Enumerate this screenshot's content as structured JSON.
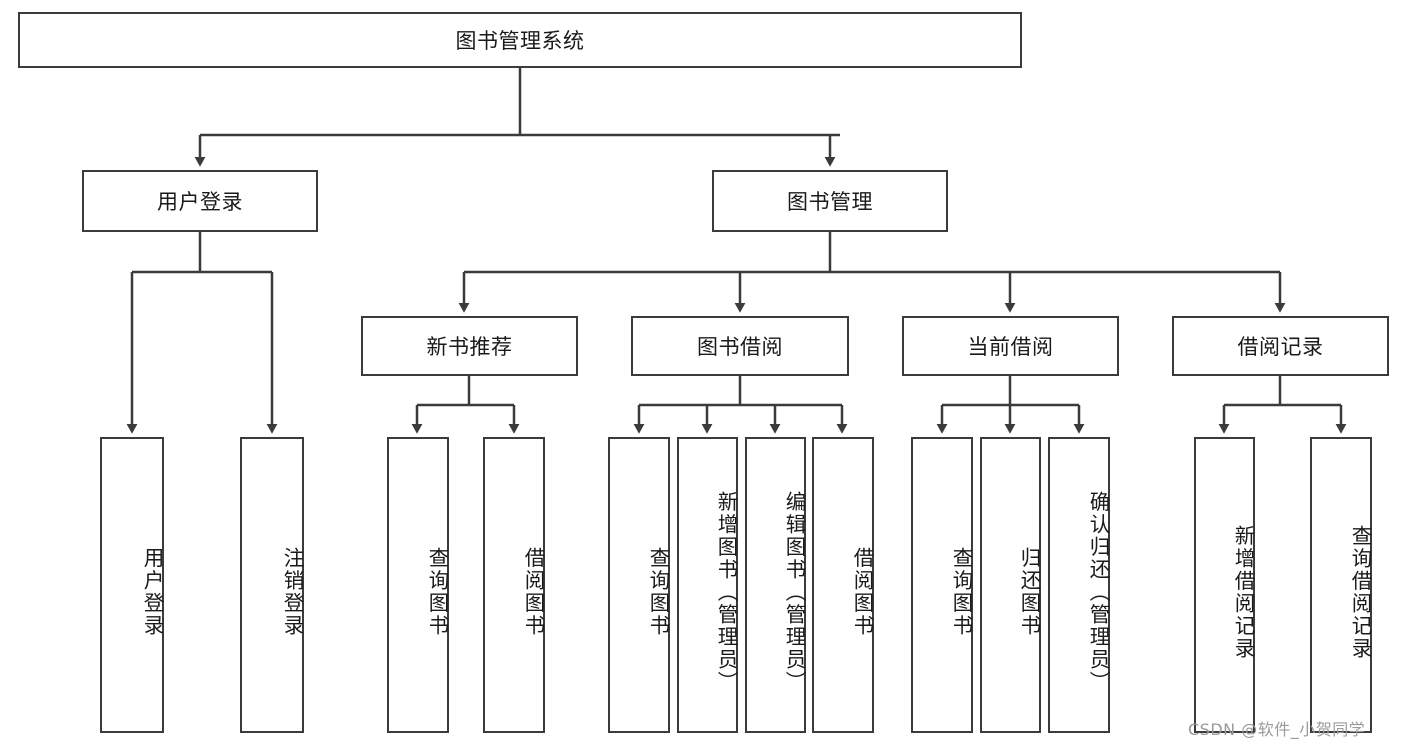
{
  "diagram": {
    "title": "图书管理系统",
    "type": "tree-hierarchy",
    "root": {
      "id": "root",
      "label": "图书管理系统"
    },
    "level1": [
      {
        "id": "user-login",
        "label": "用户登录"
      },
      {
        "id": "book-manage",
        "label": "图书管理"
      }
    ],
    "level2": [
      {
        "id": "new-book-recommend",
        "label": "新书推荐",
        "parent": "book-manage"
      },
      {
        "id": "book-borrow",
        "label": "图书借阅",
        "parent": "book-manage"
      },
      {
        "id": "current-borrow",
        "label": "当前借阅",
        "parent": "book-manage"
      },
      {
        "id": "borrow-record",
        "label": "借阅记录",
        "parent": "book-manage"
      }
    ],
    "leaves": [
      {
        "id": "leaf-user-login",
        "label": "用户登录",
        "parent": "user-login"
      },
      {
        "id": "leaf-logout-login",
        "label": "注销登录",
        "parent": "user-login"
      },
      {
        "id": "leaf-query-book-1",
        "label": "查询图书",
        "parent": "new-book-recommend"
      },
      {
        "id": "leaf-borrow-book-1",
        "label": "借阅图书",
        "parent": "new-book-recommend"
      },
      {
        "id": "leaf-query-book-2",
        "label": "查询图书",
        "parent": "book-borrow"
      },
      {
        "id": "leaf-add-book",
        "label": "新增图书（管理员）",
        "parent": "book-borrow"
      },
      {
        "id": "leaf-edit-book",
        "label": "编辑图书（管理员）",
        "parent": "book-borrow"
      },
      {
        "id": "leaf-borrow-book-2",
        "label": "借阅图书",
        "parent": "book-borrow"
      },
      {
        "id": "leaf-query-book-3",
        "label": "查询图书",
        "parent": "current-borrow"
      },
      {
        "id": "leaf-return-book",
        "label": "归还图书",
        "parent": "current-borrow"
      },
      {
        "id": "leaf-confirm-return",
        "label": "确认归还（管理员）",
        "parent": "current-borrow"
      },
      {
        "id": "leaf-add-record",
        "label": "新增借阅记录",
        "parent": "borrow-record"
      },
      {
        "id": "leaf-query-record",
        "label": "查询借阅记录",
        "parent": "borrow-record"
      }
    ],
    "watermark": "CSDN @软件_小贺同学",
    "colors": {
      "stroke": "#3b3b3b",
      "background": "#ffffff",
      "text": "#1a1a1a",
      "watermark": "#9a9a9a"
    }
  }
}
